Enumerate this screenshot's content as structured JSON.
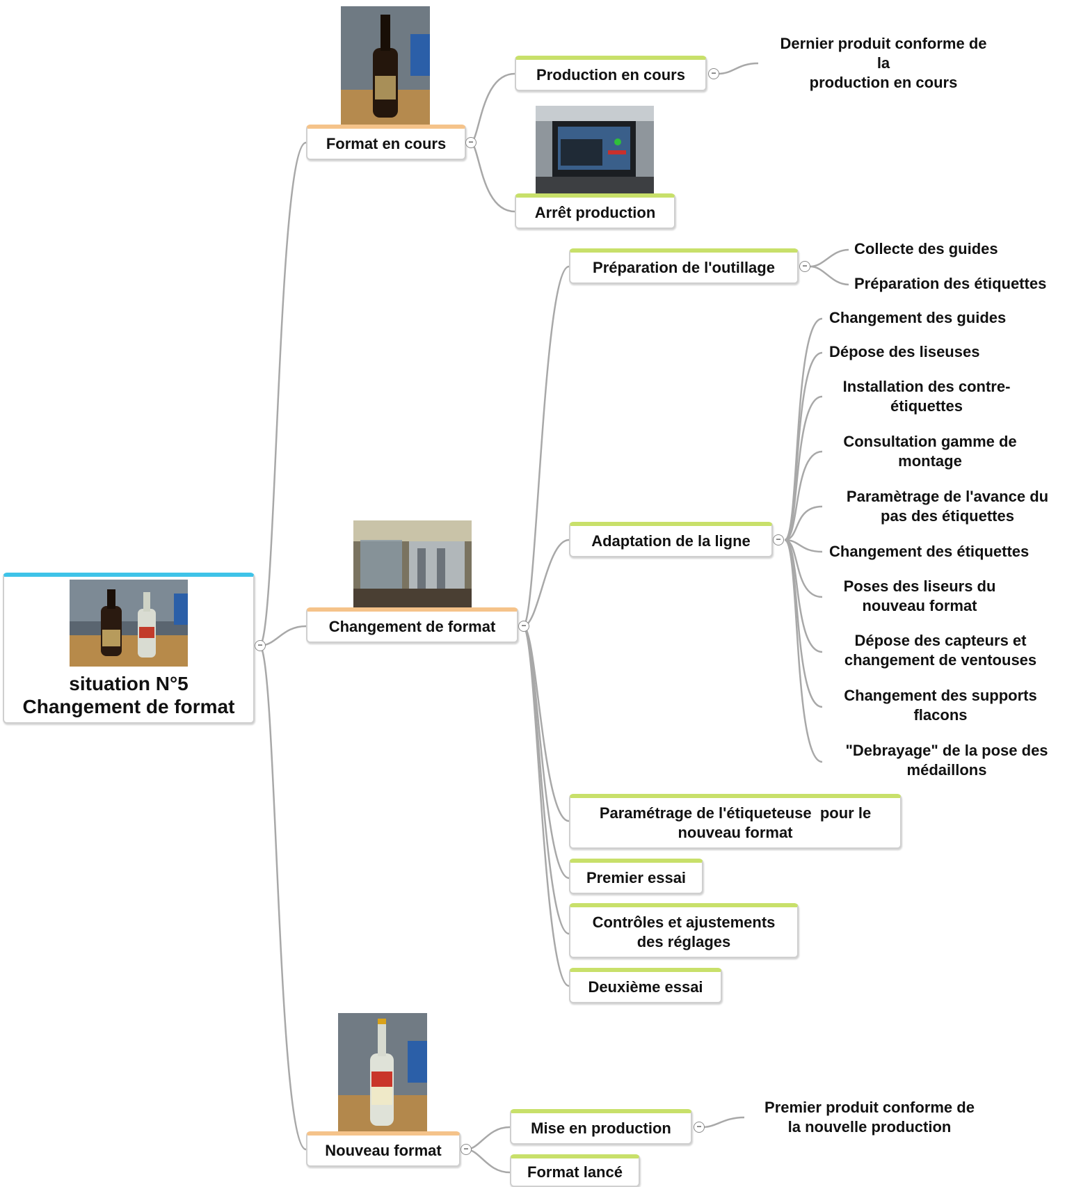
{
  "root": {
    "title_line1": "situation N°5",
    "title_line2": "Changement de format"
  },
  "branches": {
    "format_en_cours": {
      "label": "Format en cours",
      "children": {
        "production_en_cours": {
          "label": "Production en cours",
          "leaf": {
            "line1": "Dernier produit conforme de",
            "line2": "la",
            "line3": "production en cours"
          }
        },
        "arret_production": {
          "label": "Arrêt production"
        }
      }
    },
    "changement_de_format": {
      "label": "Changement de format",
      "children": {
        "preparation_outillage": {
          "label": "Préparation de l'outillage",
          "leaves": [
            "Collecte des guides",
            "Préparation des étiquettes"
          ]
        },
        "adaptation_ligne": {
          "label": "Adaptation de la ligne",
          "leaves": [
            {
              "line1": "Changement des guides"
            },
            {
              "line1": "Dépose des liseuses"
            },
            {
              "line1": "Installation des contre-",
              "line2": "étiquettes"
            },
            {
              "line1": "Consultation gamme de",
              "line2": "montage"
            },
            {
              "line1": "Paramètrage de l'avance du",
              "line2": "pas des étiquettes"
            },
            {
              "line1": "Changement des étiquettes"
            },
            {
              "line1": "Poses des liseurs du",
              "line2": "nouveau format"
            },
            {
              "line1": "Dépose des capteurs et",
              "line2": "changement de ventouses"
            },
            {
              "line1": "Changement des supports",
              "line2": "flacons"
            },
            {
              "line1": "\"Debrayage\" de la pose des",
              "line2": "médaillons"
            }
          ]
        },
        "parametrage_etiqueteuse": {
          "line1": "Paramétrage de l'étiqueteuse  pour le",
          "line2": "nouveau format"
        },
        "premier_essai": {
          "label": "Premier essai"
        },
        "controles": {
          "line1": "Contrôles et ajustements",
          "line2": "des réglages"
        },
        "deuxieme_essai": {
          "label": "Deuxième essai"
        }
      }
    },
    "nouveau_format": {
      "label": "Nouveau format",
      "children": {
        "mise_en_production": {
          "label": "Mise en production",
          "leaf": {
            "line1": "Premier produit conforme de",
            "line2": "la nouvelle production"
          }
        },
        "format_lance": {
          "label": "Format lancé"
        }
      }
    }
  },
  "toggle_symbol": "−",
  "colors": {
    "root_accent": "#3ec3e8",
    "level1_accent": "#f5c38a",
    "level2_accent": "#c8e06a",
    "connector": "#a8a8a8"
  },
  "images": [
    "bottles-photo",
    "dark-bottle-photo",
    "monitor-photo",
    "production-line-photo",
    "clear-bottle-photo"
  ]
}
